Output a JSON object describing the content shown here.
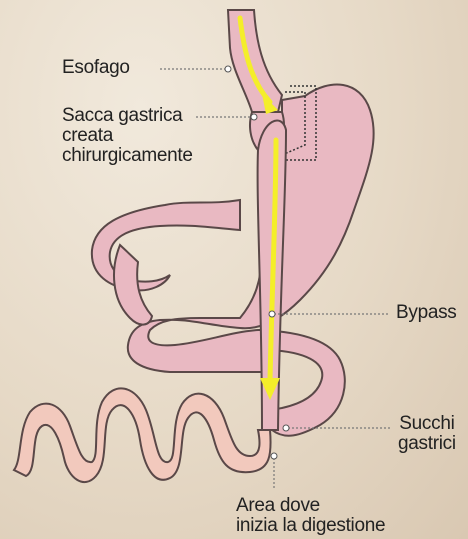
{
  "labels": {
    "esofago": "Esofago",
    "sacca_line1": "Sacca gastrica",
    "sacca_line2": "creata",
    "sacca_line3": "chirurgicamente",
    "bypass": "Bypass",
    "succhi_line1": "Succhi",
    "succhi_line2": "gastrici",
    "area_line1": "Area dove",
    "area_line2": "inizia la digestione"
  },
  "colors": {
    "background": "#e6d9c6",
    "stomach_fill": "#e9b9c2",
    "stomach_stroke": "#5a4848",
    "intestine_fill": "#f2c9bd",
    "flow_arrow": "#f4ee2a",
    "leader_line": "#777777"
  }
}
